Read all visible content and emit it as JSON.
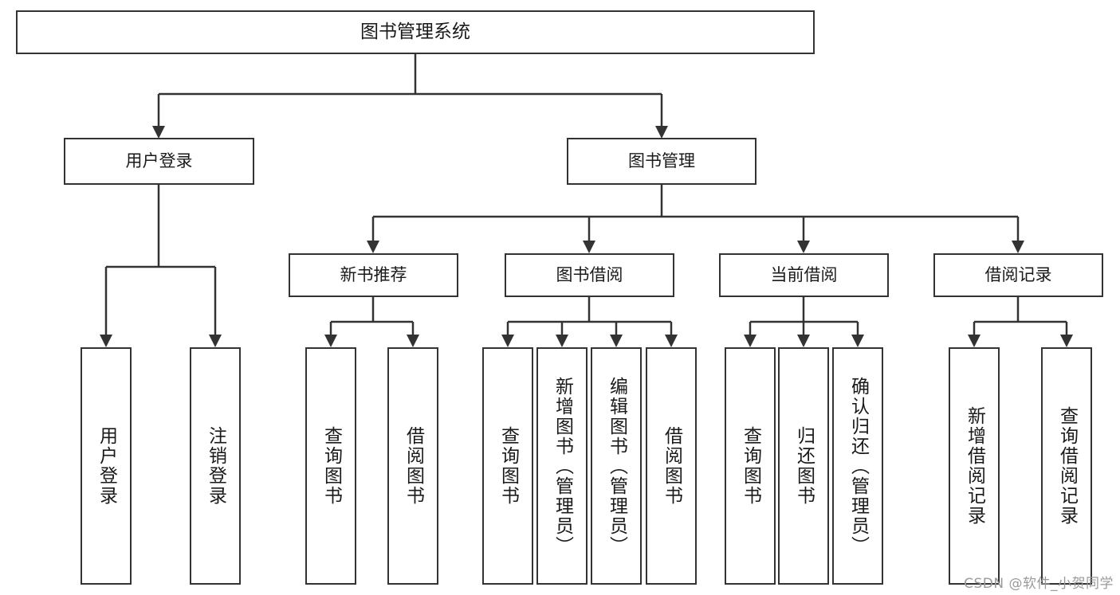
{
  "diagram": {
    "title": "图书管理系统",
    "watermark": "CSDN @软件_小贺同学",
    "type": "tree-hierarchy",
    "root": {
      "id": "root",
      "label": "图书管理系统"
    },
    "level1": [
      {
        "id": "user-login",
        "label": "用户登录"
      },
      {
        "id": "book-manage",
        "label": "图书管理"
      }
    ],
    "level2": [
      {
        "id": "new-book-rec",
        "label": "新书推荐",
        "parent": "book-manage"
      },
      {
        "id": "book-borrow",
        "label": "图书借阅",
        "parent": "book-manage"
      },
      {
        "id": "current-borrow",
        "label": "当前借阅",
        "parent": "book-manage"
      },
      {
        "id": "borrow-record",
        "label": "借阅记录",
        "parent": "book-manage"
      }
    ],
    "leaves": [
      {
        "id": "leaf-1",
        "label": "用户登录",
        "parent": "user-login"
      },
      {
        "id": "leaf-2",
        "label": "注销登录",
        "parent": "user-login"
      },
      {
        "id": "leaf-3",
        "label": "查询图书",
        "parent": "new-book-rec"
      },
      {
        "id": "leaf-4",
        "label": "借阅图书",
        "parent": "new-book-rec"
      },
      {
        "id": "leaf-5",
        "label": "查询图书",
        "parent": "book-borrow"
      },
      {
        "id": "leaf-6",
        "label": "新增图书（管理员）",
        "parent": "book-borrow"
      },
      {
        "id": "leaf-7",
        "label": "编辑图书（管理员）",
        "parent": "book-borrow"
      },
      {
        "id": "leaf-8",
        "label": "借阅图书",
        "parent": "book-borrow"
      },
      {
        "id": "leaf-9",
        "label": "查询图书",
        "parent": "current-borrow"
      },
      {
        "id": "leaf-10",
        "label": "归还图书",
        "parent": "current-borrow"
      },
      {
        "id": "leaf-11",
        "label": "确认归还（管理员）",
        "parent": "current-borrow"
      },
      {
        "id": "leaf-12",
        "label": "新增借阅记录",
        "parent": "borrow-record"
      },
      {
        "id": "leaf-13",
        "label": "查询借阅记录",
        "parent": "borrow-record"
      }
    ],
    "colors": {
      "stroke": "#333333",
      "fill": "#ffffff",
      "text": "#1a1a1a",
      "watermark": "#9a9a9a"
    }
  }
}
